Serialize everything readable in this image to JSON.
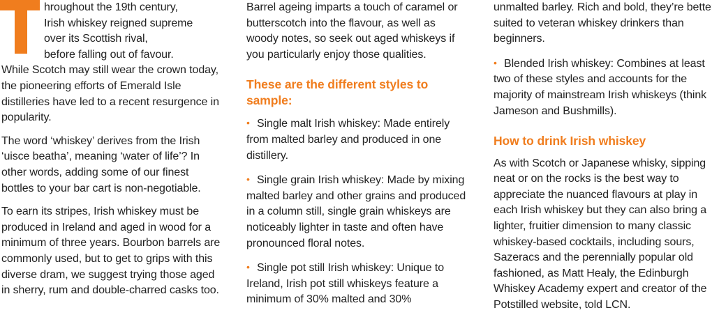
{
  "accent_color": "#f07d1e",
  "text_color": "#222222",
  "column1": {
    "dropcap_letter": "T",
    "intro_lines": [
      "hroughout the 19th century,",
      "Irish whiskey reigned supreme",
      "over its Scottish rival,",
      "before falling out of favour."
    ],
    "intro_rest": "While Scotch may still wear the crown today, the pioneering efforts of Emerald Isle distilleries have led to a recent resurgence in popularity.",
    "para2": "The word ‘whiskey’ derives from the Irish ‘uisce beatha’, meaning ‘water of life’? In other words, adding some of our finest bottles to your bar cart is non-negotiable.",
    "para3": "To earn its stripes, Irish whiskey must be produced in Ireland and aged in wood for a minimum of three years. Bourbon barrels are commonly used, but to get to grips with this diverse dram, we suggest trying those aged in sherry, rum and double-charred casks too."
  },
  "column2": {
    "para1": "Barrel ageing imparts a touch of caramel or butterscotch into the flavour, as well as woody notes, so seek out aged whiskeys if you particularly enjoy those qualities.",
    "heading": "These are the different styles to sample:",
    "bullets": [
      "Single malt Irish whiskey: Made entirely from malted barley and produced in one distillery.",
      "Single grain Irish whiskey: Made by mixing malted barley and other grains and produced in a column still, single grain whiskeys are noticeably lighter in taste and often have pronounced floral notes.",
      "Single pot still Irish whiskey: Unique to Ireland, Irish pot still whiskeys feature a minimum of 30% malted and 30%"
    ]
  },
  "column3": {
    "continuation": "unmalted barley. Rich and bold, they’re better suited to veteran whiskey drinkers than beginners.",
    "bullet": "Blended Irish whiskey: Combines at least two of these styles and accounts for the majority of mainstream Irish whiskeys (think Jameson and Bushmills).",
    "heading": "How to drink Irish whiskey",
    "para": "As with Scotch or Japanese whisky, sipping neat or on the rocks is the best way to appreciate the nuanced flavours at play in each Irish whiskey but they can also bring a lighter, fruitier dimension to many classic whiskey-based cocktails, including sours, Sazeracs and the perennially popular old fashioned, as Matt Healy, the Edinburgh Whiskey Academy expert and creator of the Potstilled website, told LCN."
  },
  "bullet_glyph": "•"
}
